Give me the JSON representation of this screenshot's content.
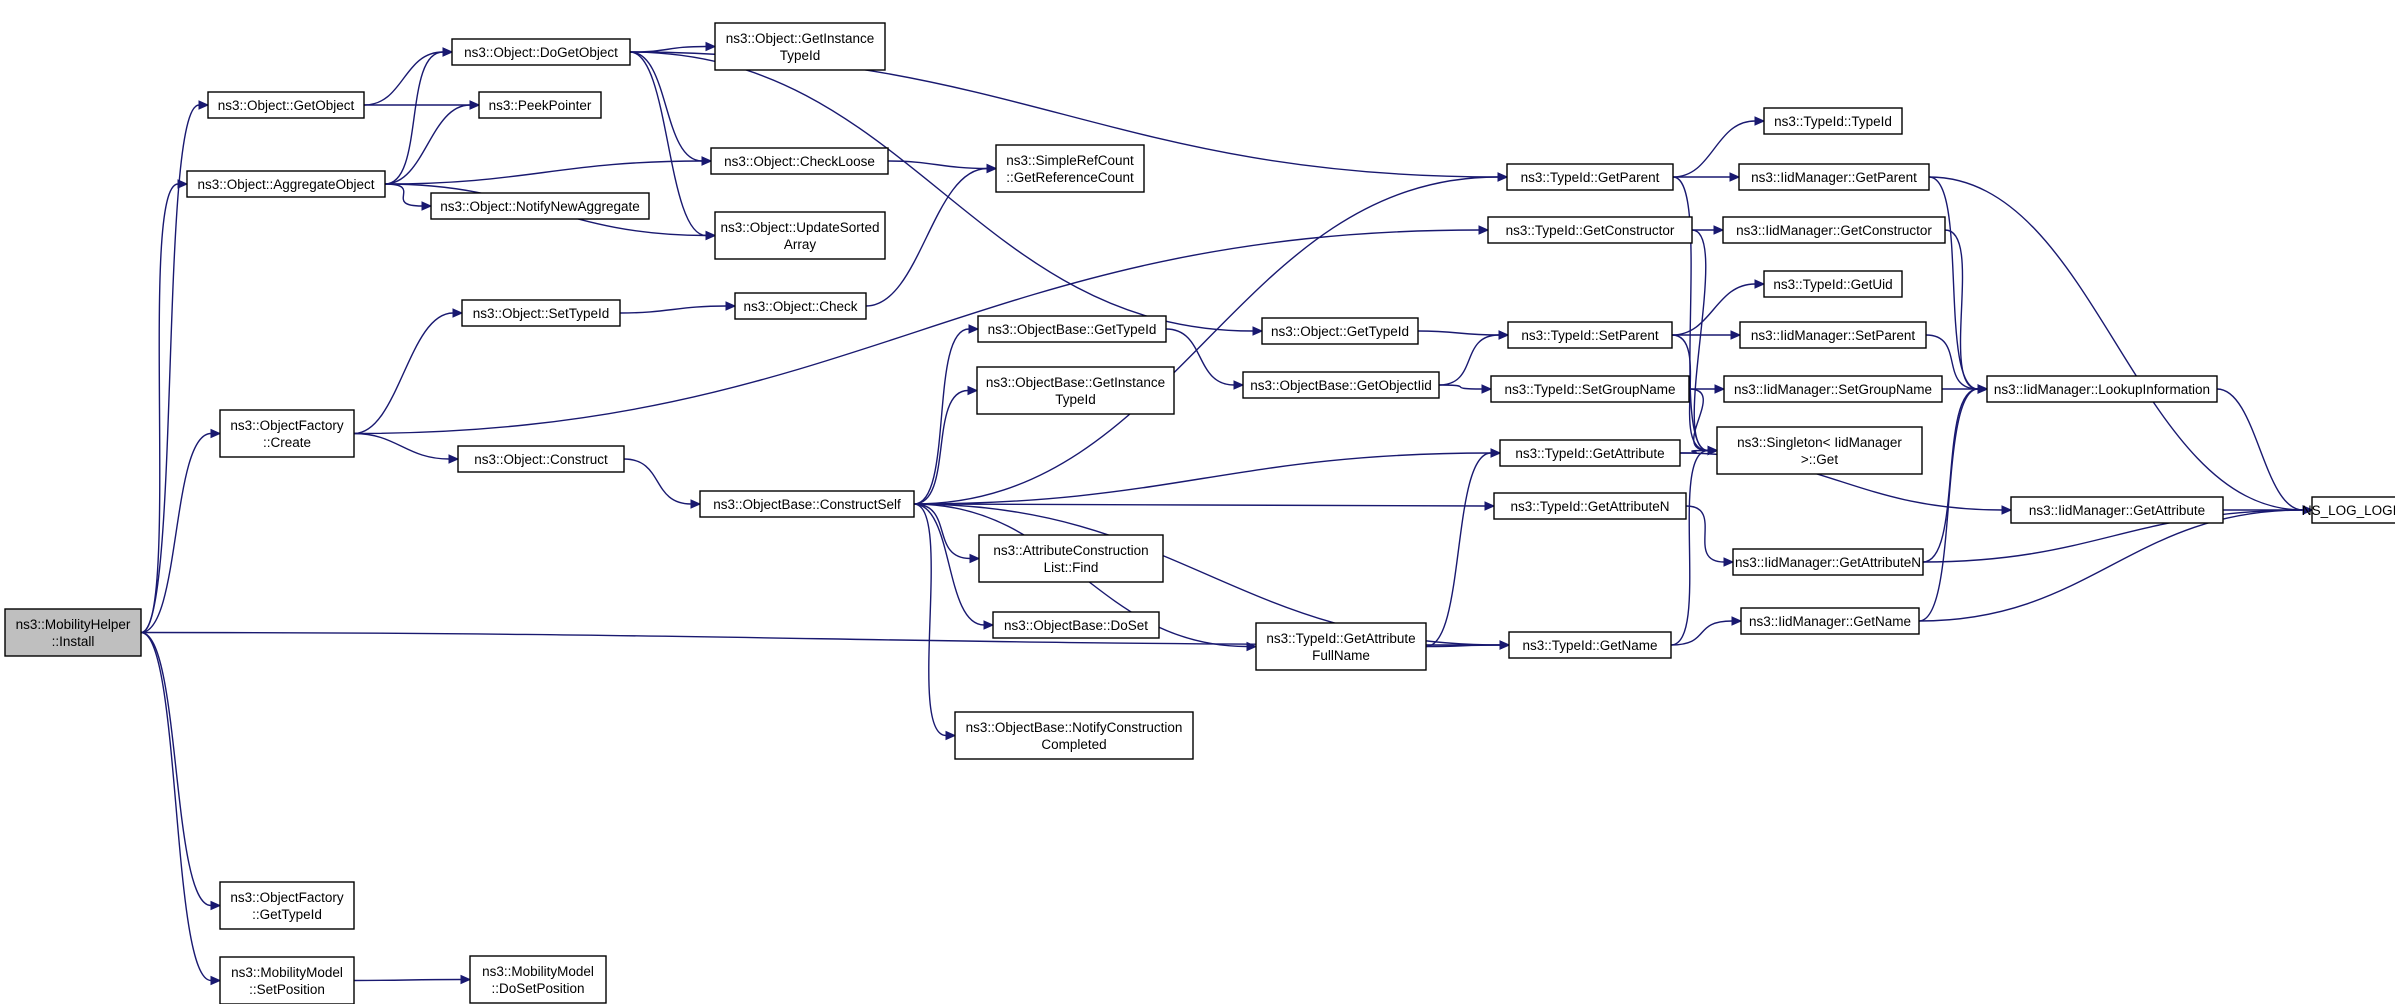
{
  "colors": {
    "edge": "#191970",
    "node_border": "#000000",
    "root_fill": "#bfbfbf",
    "node_fill": "#ffffff"
  },
  "nodes": [
    {
      "id": "install",
      "lines": [
        "ns3::MobilityHelper",
        "::Install"
      ],
      "root": true
    },
    {
      "id": "getobject",
      "lines": [
        "ns3::Object::GetObject"
      ]
    },
    {
      "id": "dogetobject",
      "lines": [
        "ns3::Object::DoGetObject"
      ]
    },
    {
      "id": "getinstancetypeid",
      "lines": [
        "ns3::Object::GetInstance",
        "TypeId"
      ]
    },
    {
      "id": "peekpointer",
      "lines": [
        "ns3::PeekPointer"
      ]
    },
    {
      "id": "aggregateobject",
      "lines": [
        "ns3::Object::AggregateObject"
      ]
    },
    {
      "id": "checkloose",
      "lines": [
        "ns3::Object::CheckLoose"
      ]
    },
    {
      "id": "notifynewaggregate",
      "lines": [
        "ns3::Object::NotifyNewAggregate"
      ]
    },
    {
      "id": "updatesortedarray",
      "lines": [
        "ns3::Object::UpdateSorted",
        "Array"
      ]
    },
    {
      "id": "getreferencecount",
      "lines": [
        "ns3::SimpleRefCount",
        "::GetReferenceCount"
      ]
    },
    {
      "id": "settypeid",
      "lines": [
        "ns3::Object::SetTypeId"
      ]
    },
    {
      "id": "check",
      "lines": [
        "ns3::Object::Check"
      ]
    },
    {
      "id": "factorycreate",
      "lines": [
        "ns3::ObjectFactory",
        "::Create"
      ]
    },
    {
      "id": "construct",
      "lines": [
        "ns3::Object::Construct"
      ]
    },
    {
      "id": "constructself",
      "lines": [
        "ns3::ObjectBase::ConstructSelf"
      ]
    },
    {
      "id": "obgettypeid",
      "lines": [
        "ns3::ObjectBase::GetTypeId"
      ]
    },
    {
      "id": "obgetinstancetypeid",
      "lines": [
        "ns3::ObjectBase::GetInstance",
        "TypeId"
      ]
    },
    {
      "id": "acfind",
      "lines": [
        "ns3::AttributeConstruction",
        "List::Find"
      ]
    },
    {
      "id": "doset",
      "lines": [
        "ns3::ObjectBase::DoSet"
      ]
    },
    {
      "id": "notifyconstruction",
      "lines": [
        "ns3::ObjectBase::NotifyConstruction",
        "Completed"
      ]
    },
    {
      "id": "objgettypeid",
      "lines": [
        "ns3::Object::GetTypeId"
      ]
    },
    {
      "id": "getobjectiid",
      "lines": [
        "ns3::ObjectBase::GetObjectIid"
      ]
    },
    {
      "id": "getattributefullname",
      "lines": [
        "ns3::TypeId::GetAttribute",
        "FullName"
      ]
    },
    {
      "id": "tgetparent",
      "lines": [
        "ns3::TypeId::GetParent"
      ]
    },
    {
      "id": "tgetconstructor",
      "lines": [
        "ns3::TypeId::GetConstructor"
      ]
    },
    {
      "id": "tsetparent",
      "lines": [
        "ns3::TypeId::SetParent"
      ]
    },
    {
      "id": "tsetgroupname",
      "lines": [
        "ns3::TypeId::SetGroupName"
      ]
    },
    {
      "id": "tgetattribute",
      "lines": [
        "ns3::TypeId::GetAttribute"
      ]
    },
    {
      "id": "tgetattributen",
      "lines": [
        "ns3::TypeId::GetAttributeN"
      ]
    },
    {
      "id": "tgetname",
      "lines": [
        "ns3::TypeId::GetName"
      ]
    },
    {
      "id": "ttypeid",
      "lines": [
        "ns3::TypeId::TypeId"
      ]
    },
    {
      "id": "tgetuid",
      "lines": [
        "ns3::TypeId::GetUid"
      ]
    },
    {
      "id": "singletonget",
      "lines": [
        "ns3::Singleton< IidManager",
        " >::Get"
      ]
    },
    {
      "id": "igetparent",
      "lines": [
        "ns3::IidManager::GetParent"
      ]
    },
    {
      "id": "igetconstructor",
      "lines": [
        "ns3::IidManager::GetConstructor"
      ]
    },
    {
      "id": "isetparent",
      "lines": [
        "ns3::IidManager::SetParent"
      ]
    },
    {
      "id": "isetgroupname",
      "lines": [
        "ns3::IidManager::SetGroupName"
      ]
    },
    {
      "id": "ilookupinformation",
      "lines": [
        "ns3::IidManager::LookupInformation"
      ]
    },
    {
      "id": "igetattribute",
      "lines": [
        "ns3::IidManager::GetAttribute"
      ]
    },
    {
      "id": "igetattributen",
      "lines": [
        "ns3::IidManager::GetAttributeN"
      ]
    },
    {
      "id": "igetname",
      "lines": [
        "ns3::IidManager::GetName"
      ]
    },
    {
      "id": "nslog",
      "lines": [
        "NS_LOG_LOGIC"
      ]
    },
    {
      "id": "factorygettypeid",
      "lines": [
        "ns3::ObjectFactory",
        "::GetTypeId"
      ]
    },
    {
      "id": "mmsetposition",
      "lines": [
        "ns3::MobilityModel",
        "::SetPosition"
      ]
    },
    {
      "id": "mmdosetposition",
      "lines": [
        "ns3::MobilityModel",
        "::DoSetPosition"
      ]
    }
  ],
  "edges": [
    [
      "install",
      "getobject"
    ],
    [
      "install",
      "aggregateobject"
    ],
    [
      "install",
      "factorycreate"
    ],
    [
      "install",
      "tgetname"
    ],
    [
      "install",
      "factorygettypeid"
    ],
    [
      "install",
      "mmsetposition"
    ],
    [
      "getobject",
      "dogetobject"
    ],
    [
      "getobject",
      "peekpointer"
    ],
    [
      "dogetobject",
      "getinstancetypeid"
    ],
    [
      "dogetobject",
      "checkloose"
    ],
    [
      "dogetobject",
      "updatesortedarray"
    ],
    [
      "dogetobject",
      "tgetparent"
    ],
    [
      "dogetobject",
      "objgettypeid"
    ],
    [
      "aggregateobject",
      "dogetobject"
    ],
    [
      "aggregateobject",
      "peekpointer"
    ],
    [
      "aggregateobject",
      "checkloose"
    ],
    [
      "aggregateobject",
      "notifynewaggregate"
    ],
    [
      "aggregateobject",
      "updatesortedarray"
    ],
    [
      "checkloose",
      "getreferencecount"
    ],
    [
      "factorycreate",
      "settypeid"
    ],
    [
      "factorycreate",
      "construct"
    ],
    [
      "factorycreate",
      "tgetconstructor"
    ],
    [
      "settypeid",
      "check"
    ],
    [
      "check",
      "getreferencecount"
    ],
    [
      "construct",
      "constructself"
    ],
    [
      "constructself",
      "tgetparent"
    ],
    [
      "constructself",
      "obgettypeid"
    ],
    [
      "constructself",
      "obgetinstancetypeid"
    ],
    [
      "constructself",
      "tgetattribute"
    ],
    [
      "constructself",
      "tgetattributen"
    ],
    [
      "constructself",
      "acfind"
    ],
    [
      "constructself",
      "doset"
    ],
    [
      "constructself",
      "getattributefullname"
    ],
    [
      "constructself",
      "notifyconstruction"
    ],
    [
      "constructself",
      "tgetname"
    ],
    [
      "obgettypeid",
      "getobjectiid"
    ],
    [
      "objgettypeid",
      "tsetparent"
    ],
    [
      "getobjectiid",
      "tsetparent"
    ],
    [
      "getobjectiid",
      "tsetgroupname"
    ],
    [
      "getattributefullname",
      "tgetattribute"
    ],
    [
      "getattributefullname",
      "tgetname"
    ],
    [
      "tgetparent",
      "ttypeid"
    ],
    [
      "tgetparent",
      "igetparent"
    ],
    [
      "tgetparent",
      "singletonget"
    ],
    [
      "tgetconstructor",
      "igetconstructor"
    ],
    [
      "tgetconstructor",
      "singletonget"
    ],
    [
      "tsetparent",
      "tgetuid"
    ],
    [
      "tsetparent",
      "isetparent"
    ],
    [
      "tsetparent",
      "singletonget"
    ],
    [
      "tsetgroupname",
      "isetgroupname"
    ],
    [
      "tsetgroupname",
      "singletonget"
    ],
    [
      "tgetattribute",
      "singletonget"
    ],
    [
      "tgetattribute",
      "igetattribute"
    ],
    [
      "tgetattributen",
      "igetattributen"
    ],
    [
      "tgetname",
      "singletonget"
    ],
    [
      "tgetname",
      "igetname"
    ],
    [
      "igetparent",
      "ilookupinformation"
    ],
    [
      "igetparent",
      "nslog"
    ],
    [
      "igetconstructor",
      "ilookupinformation"
    ],
    [
      "isetparent",
      "ilookupinformation"
    ],
    [
      "isetgroupname",
      "ilookupinformation"
    ],
    [
      "ilookupinformation",
      "nslog"
    ],
    [
      "igetattribute",
      "nslog"
    ],
    [
      "igetattributen",
      "ilookupinformation"
    ],
    [
      "igetattributen",
      "nslog"
    ],
    [
      "igetname",
      "ilookupinformation"
    ],
    [
      "igetname",
      "nslog"
    ],
    [
      "mmsetposition",
      "mmdosetposition"
    ]
  ]
}
